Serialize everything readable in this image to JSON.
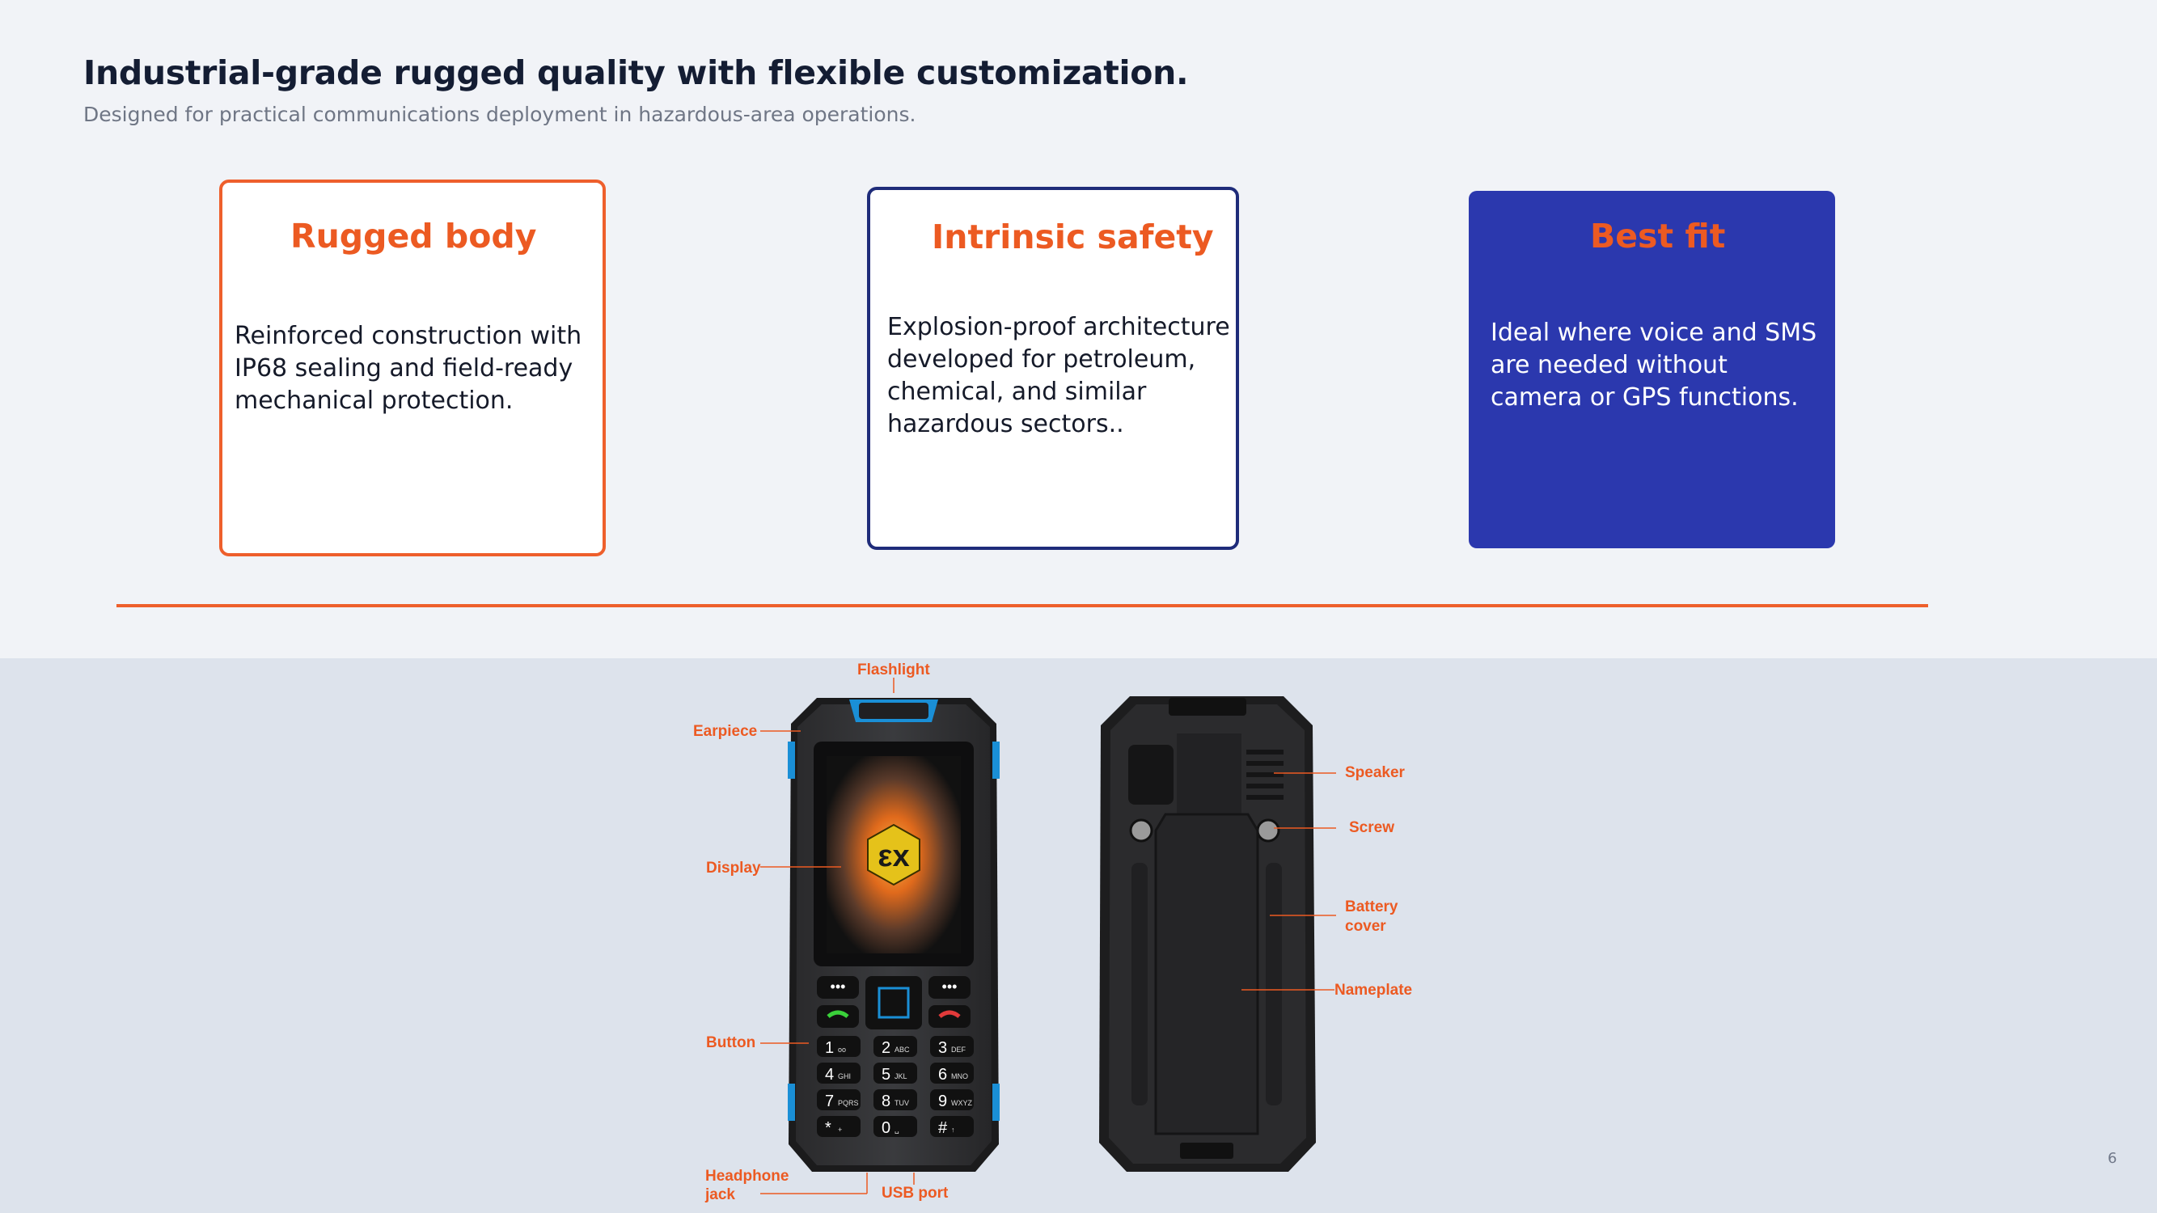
{
  "header": {
    "title": "Industrial-grade rugged quality with flexible customization.",
    "subtitle": "Designed for practical communications deployment in hazardous-area operations."
  },
  "cards": [
    {
      "title": "Rugged body",
      "body": "Reinforced construction with IP68 sealing and field-ready mechanical protection."
    },
    {
      "title": "Intrinsic safety",
      "body": "Explosion-proof architecture developed for petroleum, chemical, and similar hazardous sectors.."
    },
    {
      "title": "Best fit",
      "body": "Ideal where voice and SMS are needed without camera or GPS functions."
    }
  ],
  "phone_front": {
    "labels": {
      "flashlight": "Flashlight",
      "earpiece": "Earpiece",
      "display": "Display",
      "button": "Button",
      "headphone_jack": "Headphone jack",
      "usb_port": "USB port"
    },
    "keys": [
      {
        "digit": "1",
        "letters": "oo"
      },
      {
        "digit": "2",
        "letters": "ABC"
      },
      {
        "digit": "3",
        "letters": "DEF"
      },
      {
        "digit": "4",
        "letters": "GHI"
      },
      {
        "digit": "5",
        "letters": "JKL"
      },
      {
        "digit": "6",
        "letters": "MNO"
      },
      {
        "digit": "7",
        "letters": "PQRS"
      },
      {
        "digit": "8",
        "letters": "TUV"
      },
      {
        "digit": "9",
        "letters": "WXYZ"
      },
      {
        "digit": "*",
        "letters": "+"
      },
      {
        "digit": "0",
        "letters": "␣"
      },
      {
        "digit": "#",
        "letters": "↑"
      }
    ],
    "ex_mark": "εx"
  },
  "phone_back": {
    "labels": {
      "speaker": "Speaker",
      "screw": "Screw",
      "battery_cover_line1": "Battery",
      "battery_cover_line2": "cover",
      "nameplate": "Nameplate"
    }
  },
  "page_number": "6",
  "colors": {
    "accent_orange": "#ec5a22",
    "navy": "#1f2c7a",
    "royal_blue": "#2b38ae",
    "phone_blue_accent": "#1a8fd6"
  }
}
